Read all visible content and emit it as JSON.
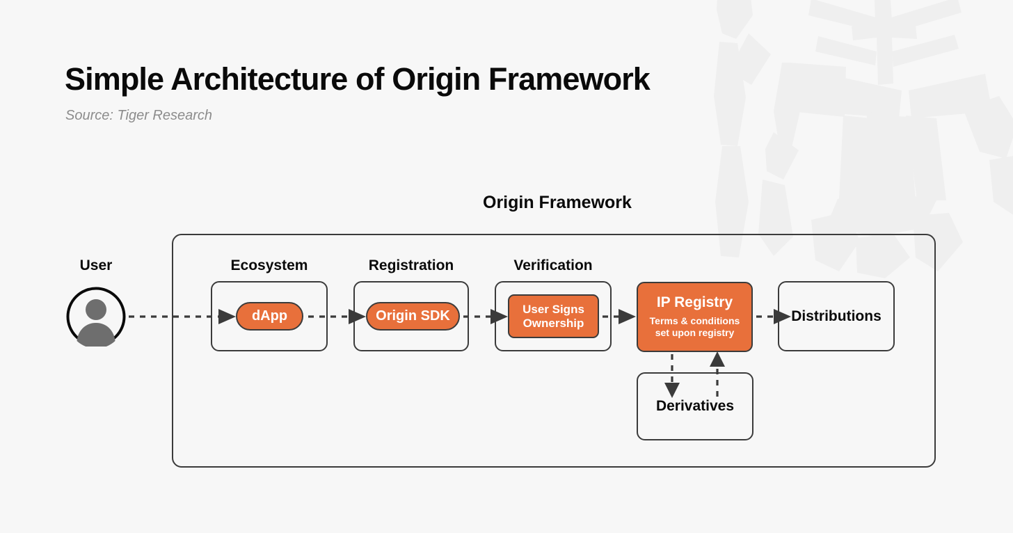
{
  "page": {
    "title": "Simple Architecture of Origin Framework",
    "source": "Source: Tiger Research",
    "background_color": "#f7f7f7"
  },
  "colors": {
    "accent_orange": "#e8703b",
    "stroke_dark": "#3b3b3b",
    "text_dark": "#0a0a0a",
    "text_muted": "#8c8c8c",
    "avatar_fill": "#6e6e6e",
    "watermark": "#f0f0f0"
  },
  "diagram": {
    "framework_title": "Origin Framework",
    "actor": {
      "label": "User",
      "icon": "user-avatar-icon"
    },
    "groups": [
      {
        "id": "ecosystem",
        "label": "Ecosystem"
      },
      {
        "id": "registration",
        "label": "Registration"
      },
      {
        "id": "verification",
        "label": "Verification"
      }
    ],
    "nodes": [
      {
        "id": "dapp",
        "label": "dApp",
        "shape": "pill",
        "style": "orange"
      },
      {
        "id": "origin-sdk",
        "label": "Origin SDK",
        "shape": "pill",
        "style": "orange"
      },
      {
        "id": "user-signs",
        "label": "User Signs Ownership",
        "shape": "rounded-rect",
        "style": "orange"
      },
      {
        "id": "ip-registry",
        "label": "IP Registry",
        "sub_line_1": "Terms & conditions",
        "sub_line_2": "set upon registry",
        "shape": "rounded-rect",
        "style": "orange"
      },
      {
        "id": "distributions",
        "label": "Distributions",
        "shape": "rounded-rect",
        "style": "outline"
      },
      {
        "id": "derivatives",
        "label": "Derivatives",
        "shape": "rounded-rect",
        "style": "outline"
      }
    ],
    "connections": [
      {
        "from": "user",
        "to": "dapp",
        "style": "dashed",
        "direction": "forward"
      },
      {
        "from": "dapp",
        "to": "origin-sdk",
        "style": "dashed",
        "direction": "forward"
      },
      {
        "from": "origin-sdk",
        "to": "user-signs",
        "style": "dashed",
        "direction": "forward"
      },
      {
        "from": "user-signs",
        "to": "ip-registry",
        "style": "dashed",
        "direction": "forward"
      },
      {
        "from": "ip-registry",
        "to": "distributions",
        "style": "dashed",
        "direction": "forward"
      },
      {
        "from": "ip-registry",
        "to": "derivatives",
        "style": "dashed",
        "direction": "down"
      },
      {
        "from": "derivatives",
        "to": "ip-registry",
        "style": "dashed",
        "direction": "up"
      }
    ]
  }
}
